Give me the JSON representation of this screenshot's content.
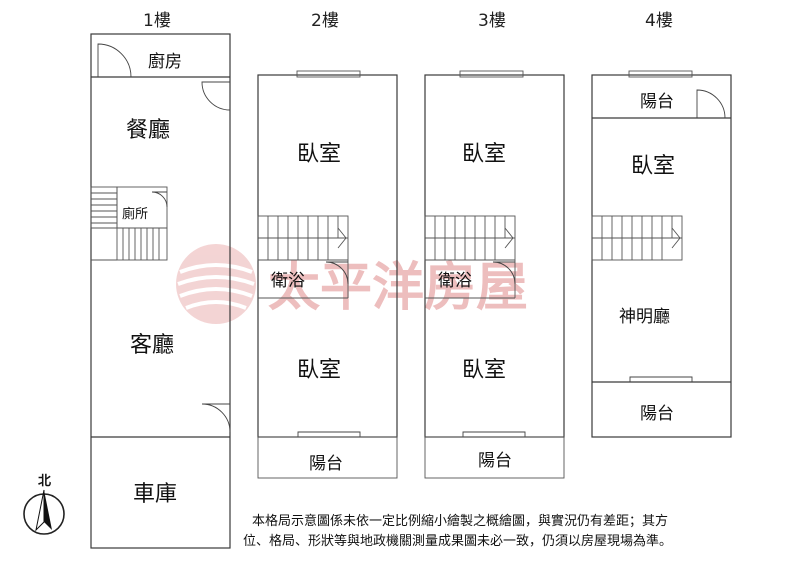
{
  "floors": {
    "f1": {
      "label": "1樓",
      "rooms": {
        "kitchen": "廚房",
        "dining": "餐廳",
        "toilet": "廁所",
        "living": "客廳",
        "garage": "車庫"
      }
    },
    "f2": {
      "label": "2樓",
      "rooms": {
        "bedroom_front": "臥室",
        "bath": "衛浴",
        "bedroom_back": "臥室",
        "balcony": "陽台"
      }
    },
    "f3": {
      "label": "3樓",
      "rooms": {
        "bedroom_front": "臥室",
        "bath": "衛浴",
        "bedroom_back": "臥室",
        "balcony": "陽台"
      }
    },
    "f4": {
      "label": "4樓",
      "rooms": {
        "balcony_top": "陽台",
        "bedroom": "臥室",
        "shrine": "神明廳",
        "balcony_bottom": "陽台"
      }
    }
  },
  "compass": {
    "label": "北"
  },
  "watermark": {
    "text": "太平洋房屋"
  },
  "disclaimer": {
    "line1": "本格局示意圖係未依一定比例縮小繪製之概繪圖，與實況仍有差距；其方",
    "line2": "位、格局、形狀等與地政機關測量成果圖未必一致，仍須以房屋現場為準。"
  },
  "colors": {
    "wall": "#3a3a3a",
    "watermark": "#e7a9a9"
  }
}
